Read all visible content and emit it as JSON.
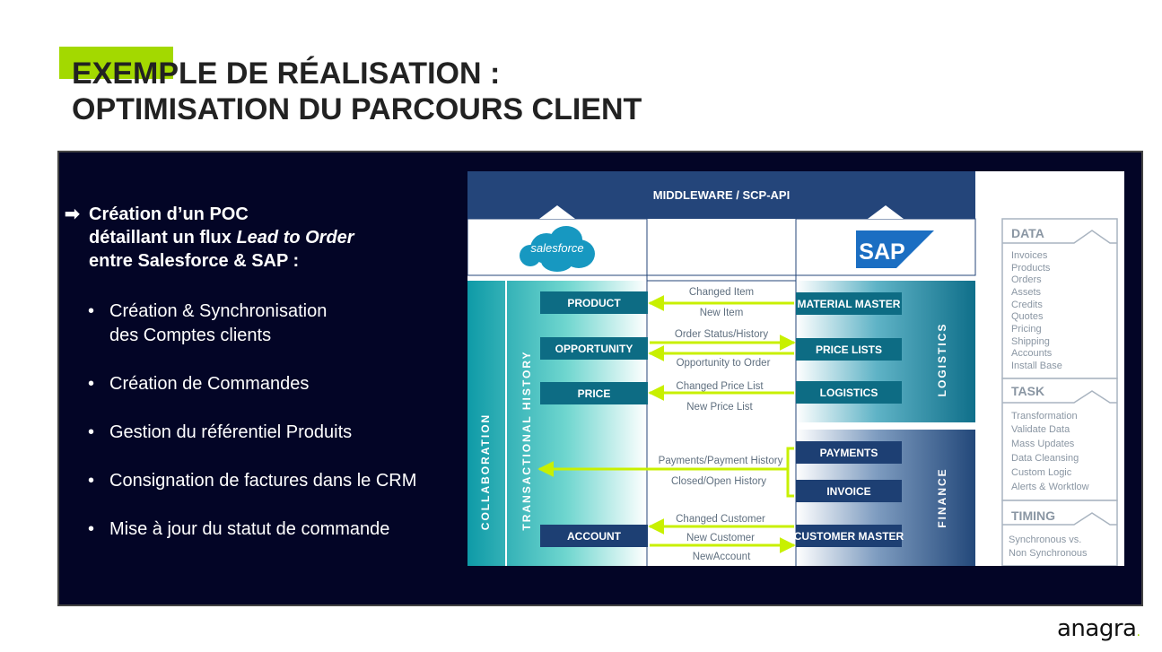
{
  "slide": {
    "title_line1": "EXEMPLE DE RÉALISATION :",
    "title_line2": "OPTIMISATION DU PARCOURS CLIENT"
  },
  "left": {
    "lead_line1": "Création d’un POC",
    "lead_line2_prefix": "détaillant un flux ",
    "lead_line2_em": "Lead to Order",
    "lead_line3": "entre Salesforce & SAP :",
    "bullets": [
      [
        "Création & Synchronisation",
        "des Comptes clients"
      ],
      [
        "Création de Commandes"
      ],
      [
        "Gestion du référentiel Produits"
      ],
      [
        "Consignation de factures dans le CRM"
      ],
      [
        "Mise à jour du statut de commande"
      ]
    ]
  },
  "diagram": {
    "middleware": "MIDDLEWARE / SCP-API",
    "salesforce_logo": "salesforce",
    "sap_logo": "SAP",
    "side_left": [
      "COLLABORATION",
      "TRANSACTIONAL HISTORY"
    ],
    "side_right": [
      "LOGISTICS",
      "FINANCE"
    ],
    "sf_boxes": [
      "PRODUCT",
      "OPPORTUNITY",
      "PRICE",
      "ACCOUNT"
    ],
    "sap_boxes": [
      "MATERIAL MASTER",
      "PRICE LISTS",
      "LOGISTICS",
      "PAYMENTS",
      "INVOICE",
      "CUSTOMER MASTER"
    ],
    "flows": [
      "Changed Item",
      "New Item",
      "Order Status/History",
      "Opportunity to Order",
      "Changed Price List",
      "New Price List",
      "Payments/Payment History",
      "Closed/Open History",
      "Changed Customer",
      "New Customer",
      "NewAccount"
    ],
    "legend": [
      {
        "title": "DATA",
        "items": [
          "Invoices",
          "Products",
          "Orders",
          "Assets",
          "Credits",
          "Quotes",
          "Pricing",
          "Shipping",
          "Accounts",
          "Install Base"
        ]
      },
      {
        "title": "TASK",
        "items": [
          "Transformation",
          "Validate Data",
          "Mass Updates",
          "Data Cleansing",
          "Custom Logic",
          "Alerts & Worktlow"
        ]
      },
      {
        "title": "TIMING",
        "items": [
          "Synchronous vs.",
          "Non Synchronous"
        ]
      }
    ]
  },
  "brand": {
    "logo": "anagra",
    "accent": "#a3d900"
  }
}
